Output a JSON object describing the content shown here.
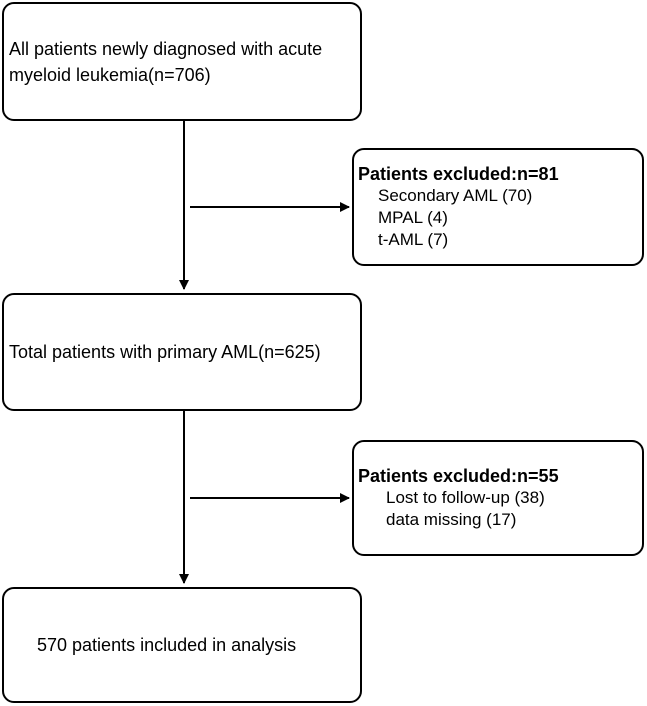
{
  "flow": {
    "step1": {
      "text": "All patients newly diagnosed with acute myeloid leukemia(n=706)",
      "line1": "All patients newly diagnosed with acute",
      "line2": "myeloid leukemia(n=706)"
    },
    "excl1": {
      "title": "Patients excluded:n=81",
      "items": [
        "Secondary AML (70)",
        "MPAL (4)",
        "t-AML (7)"
      ]
    },
    "step2": {
      "text": "Total patients with primary AML(n=625)"
    },
    "excl2": {
      "title": "Patients excluded:n=55",
      "items": [
        "Lost to follow-up (38)",
        "data missing (17)"
      ]
    },
    "step3": {
      "text": "570 patients included in analysis"
    }
  }
}
